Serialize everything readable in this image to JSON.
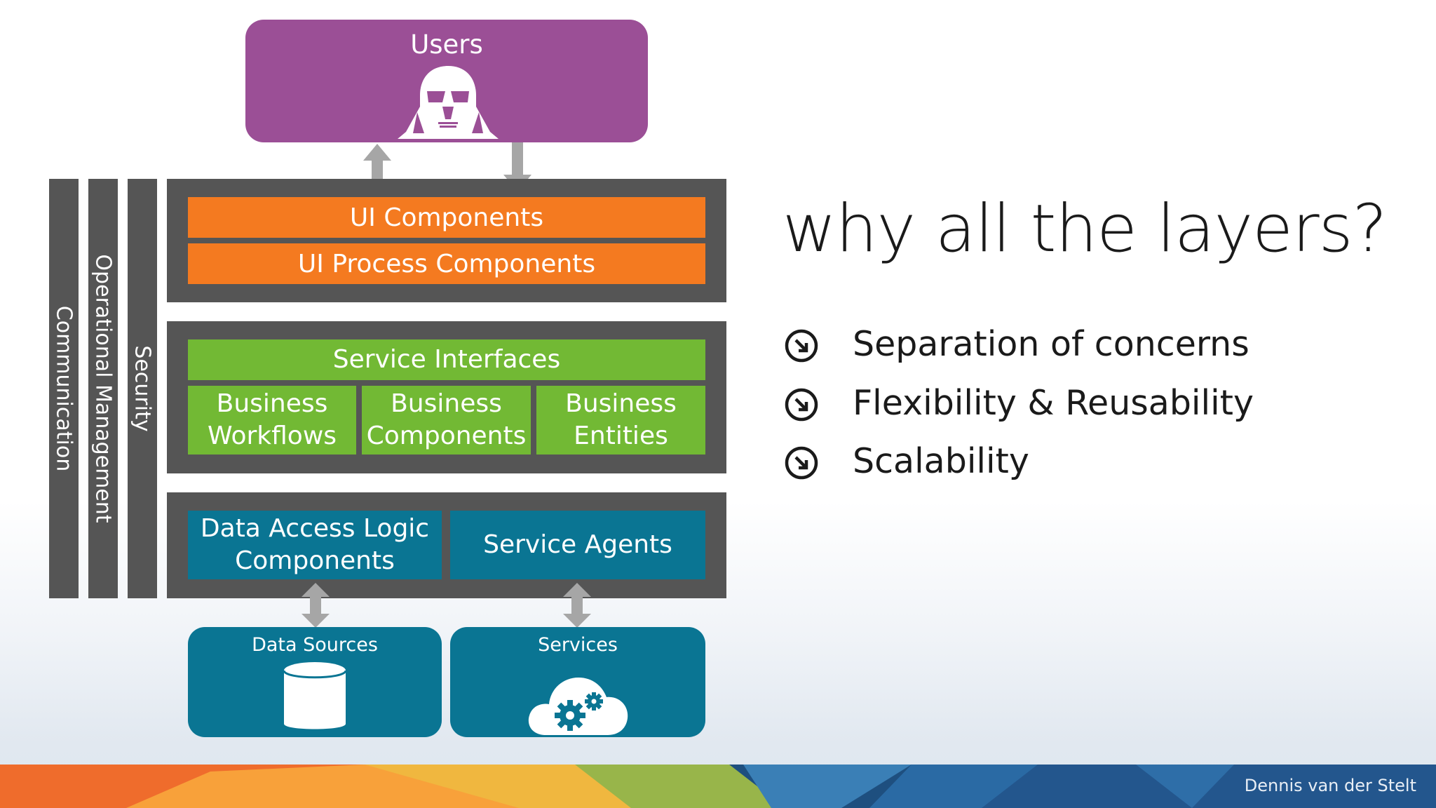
{
  "diagram": {
    "users": {
      "label": "Users",
      "icon": "darth-vader-helmet-icon"
    },
    "crosscutting": [
      {
        "label": "Communication"
      },
      {
        "label": "Operational Management"
      },
      {
        "label": "Security"
      }
    ],
    "presentation_layer": [
      {
        "label": "UI Components"
      },
      {
        "label": "UI Process Components"
      }
    ],
    "business_layer": {
      "interfaces": "Service Interfaces",
      "workflows": {
        "line1": "Business",
        "line2": "Workflows"
      },
      "components": {
        "line1": "Business",
        "line2": "Components"
      },
      "entities": {
        "line1": "Business",
        "line2": "Entities"
      }
    },
    "data_layer": {
      "dal": {
        "line1": "Data Access Logic",
        "line2": "Components"
      },
      "agents": "Service Agents"
    },
    "sources": {
      "data_sources": {
        "label": "Data Sources",
        "icon": "database-icon"
      },
      "services": {
        "label": "Services",
        "icon": "cloud-gears-icon"
      }
    }
  },
  "slide": {
    "title": "why all the layers?",
    "bullets": [
      {
        "text": "Separation of concerns",
        "icon": "arrow-circle-icon"
      },
      {
        "text": "Flexibility & Reusability",
        "icon": "arrow-circle-icon"
      },
      {
        "text": "Scalability",
        "icon": "arrow-circle-icon"
      }
    ],
    "author": "Dennis van der Stelt"
  },
  "colors": {
    "purple": "#9b4f96",
    "orange": "#f47a20",
    "green": "#72b934",
    "teal": "#0a7593",
    "frame_gray": "#555555",
    "arrow_gray": "#a6a6a6"
  }
}
